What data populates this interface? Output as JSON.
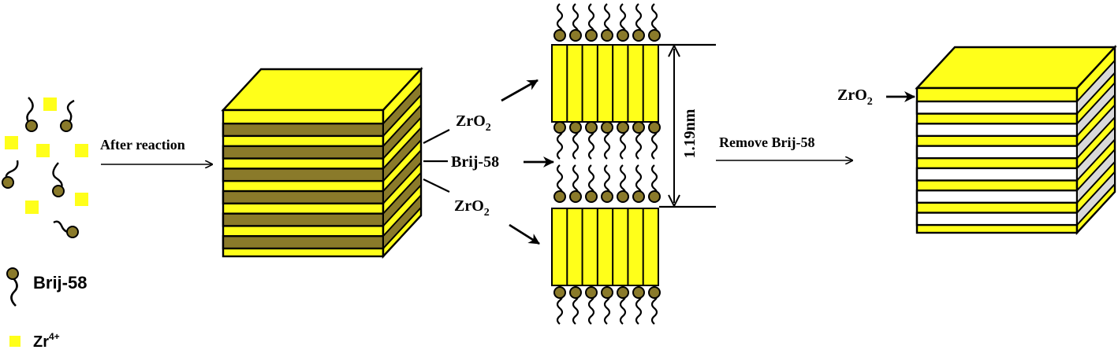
{
  "colors": {
    "zro2_yellow": "#ffff1a",
    "surfactant_olive": "#8a7a2a",
    "pore_white": "#ffffff",
    "pore_side_gray": "#d9d9d9",
    "line_black": "#000000"
  },
  "legend": {
    "brij_label": "Brij-58",
    "zr_label_base": "Zr",
    "zr_label_charge": "4+"
  },
  "steps": {
    "after_reaction": "After reaction",
    "remove_brij": "Remove Brij-58"
  },
  "zoom_labels": {
    "zro2_top_base": "ZrO",
    "zro2_top_sub": "2",
    "brij_middle": "Brij-58",
    "zro2_bottom_base": "ZrO",
    "zro2_bottom_sub": "2",
    "spacing": "1.19nm"
  },
  "final_cube": {
    "zro2_base": "ZrO",
    "zro2_sub": "2"
  }
}
